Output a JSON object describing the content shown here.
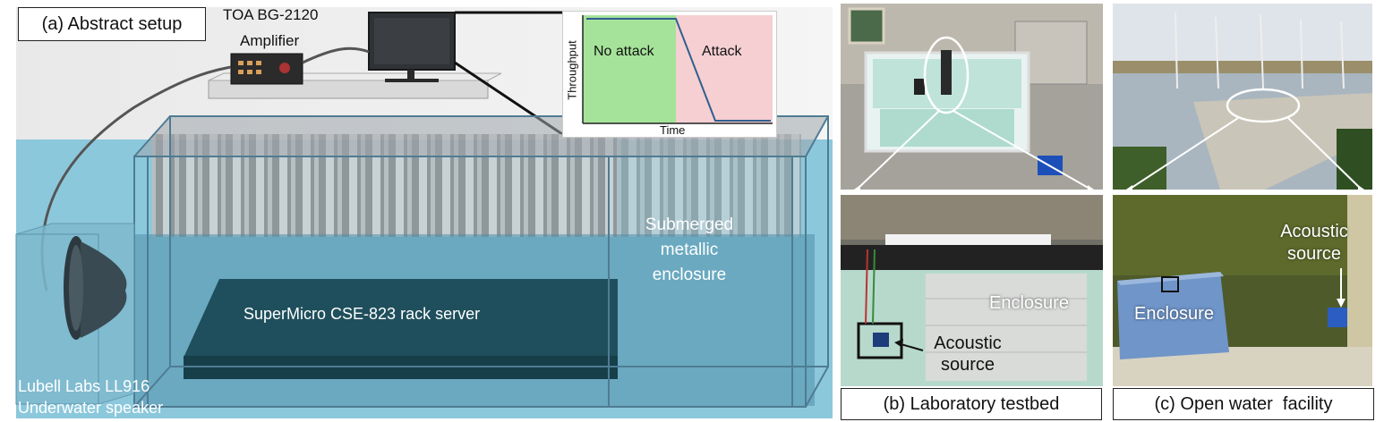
{
  "panel_a": {
    "title": "(a) Abstract setup",
    "amplifier_label_1": "TOA BG-2120",
    "amplifier_label_2": "Amplifier",
    "server_label": "SuperMicro CSE-823 rack server",
    "enclosure_label_1": "Submerged",
    "enclosure_label_2": "metallic",
    "enclosure_label_3": "enclosure",
    "speaker_label_1": "Lubell Labs LL916",
    "speaker_label_2": "Underwater speaker",
    "inset_chart": {
      "ylabel": "Throughput",
      "xlabel": "Time",
      "region_left": "No attack",
      "region_right": "Attack"
    }
  },
  "panel_b": {
    "caption": "(b) Laboratory testbed",
    "enclosure_label": "Enclosure",
    "source_label_1": "Acoustic",
    "source_label_2": "source"
  },
  "panel_c": {
    "caption": "(c) Open water  facility",
    "enclosure_label": "Enclosure",
    "source_label_1": "Acoustic",
    "source_label_2": "source"
  },
  "colors": {
    "water": "#8cc8dc",
    "no_attack_region": "#a6e39a",
    "attack_region": "#f5cfd2",
    "throughput_line": "#2f5f8f"
  }
}
